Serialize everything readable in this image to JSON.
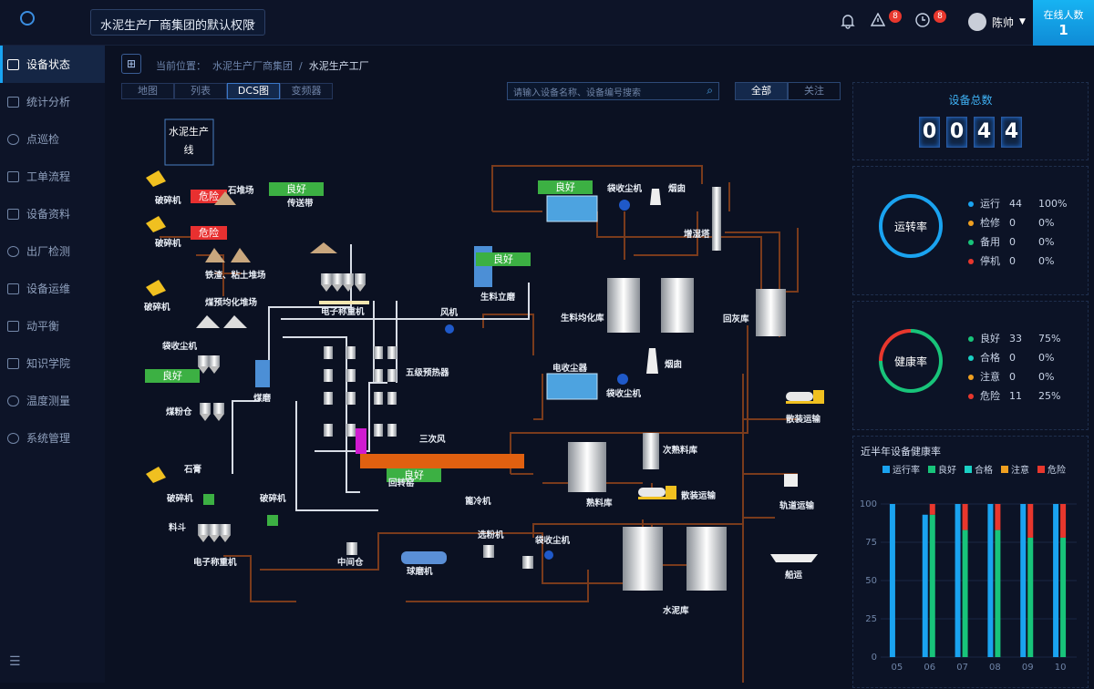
{
  "header": {
    "permission_select": "水泥生产厂商集团的默认权限",
    "alarm_count": "8",
    "clock_count": "8",
    "user_name": "陈帅",
    "online_title": "在线人数",
    "online_count": "1"
  },
  "sidebar": {
    "items": [
      {
        "label": "设备状态"
      },
      {
        "label": "统计分析"
      },
      {
        "label": "点巡检"
      },
      {
        "label": "工单流程"
      },
      {
        "label": "设备资料"
      },
      {
        "label": "出厂检测"
      },
      {
        "label": "设备运维"
      },
      {
        "label": "动平衡"
      },
      {
        "label": "知识学院"
      },
      {
        "label": "温度测量"
      },
      {
        "label": "系统管理"
      }
    ]
  },
  "breadcrumb": {
    "prefix": "当前位置：",
    "group": "水泥生产厂商集团",
    "sep": "/",
    "factory": "水泥生产工厂"
  },
  "tabs": [
    {
      "label": "地图"
    },
    {
      "label": "列表"
    },
    {
      "label": "DCS图"
    },
    {
      "label": "变频器"
    }
  ],
  "search": {
    "placeholder": "请输入设备名称、设备编号搜索"
  },
  "filters": {
    "all": "全部",
    "follow": "关注"
  },
  "diagram": {
    "title": "水泥生产线",
    "status": {
      "good": "良好",
      "danger": "危险"
    },
    "labels": [
      "破碎机",
      "石堆场",
      "传送带",
      "破碎机",
      "铁渣、粘土堆场",
      "破碎机",
      "煤预均化堆场",
      "电子称重机",
      "袋收尘机",
      "烟囱",
      "增湿塔",
      "生料立磨",
      "风机",
      "生料均化库",
      "回灰库",
      "袋收尘机",
      "煤磨",
      "煤粉仓",
      "五级预热器",
      "电收尘器",
      "袋收尘机",
      "烟囱",
      "散装运输",
      "三次风",
      "回转窑",
      "篦冷机",
      "熟料库",
      "次熟料库",
      "散装运输",
      "轨道运输",
      "石膏",
      "破碎机",
      "破碎机",
      "料斗",
      "电子称重机",
      "中间仓",
      "球磨机",
      "选粉机",
      "袋收尘机",
      "水泥库",
      "船运"
    ]
  },
  "right": {
    "total_title": "设备总数",
    "total_digits": [
      "0",
      "0",
      "4",
      "4"
    ],
    "rate_title": "运转率",
    "rate_rows": [
      {
        "label": "运行",
        "value": "44",
        "pct": "100%",
        "color": "#1aa3f0"
      },
      {
        "label": "检修",
        "value": "0",
        "pct": "0%",
        "color": "#f0a020"
      },
      {
        "label": "备用",
        "value": "0",
        "pct": "0%",
        "color": "#18c47a"
      },
      {
        "label": "停机",
        "value": "0",
        "pct": "0%",
        "color": "#e8372d"
      }
    ],
    "health_title": "健康率",
    "health_rows": [
      {
        "label": "良好",
        "value": "33",
        "pct": "75%",
        "color": "#18c47a"
      },
      {
        "label": "合格",
        "value": "0",
        "pct": "0%",
        "color": "#1ad0c4"
      },
      {
        "label": "注意",
        "value": "0",
        "pct": "0%",
        "color": "#f0a020"
      },
      {
        "label": "危险",
        "value": "11",
        "pct": "25%",
        "color": "#e8372d"
      }
    ],
    "trend_title": "近半年设备健康率"
  },
  "chart_data": {
    "type": "bar",
    "categories": [
      "05",
      "06",
      "07",
      "08",
      "09",
      "10"
    ],
    "ylim": [
      0,
      100
    ],
    "yticks": [
      "0",
      "25",
      "50",
      "75",
      "100"
    ],
    "series": [
      {
        "name": "运行率",
        "color": "#1aa3f0",
        "values": [
          100,
          93,
          100,
          100,
          100,
          100
        ]
      },
      {
        "name": "良好",
        "color": "#18c47a",
        "values": [
          0,
          93,
          83,
          83,
          78,
          78
        ]
      },
      {
        "name": "合格",
        "color": "#1ad0c4",
        "values": [
          0,
          0,
          0,
          0,
          0,
          0
        ]
      },
      {
        "name": "注意",
        "color": "#f0a020",
        "values": [
          0,
          0,
          0,
          0,
          0,
          0
        ]
      },
      {
        "name": "危险",
        "color": "#e8372d",
        "values": [
          0,
          7,
          17,
          17,
          22,
          22
        ]
      }
    ]
  }
}
